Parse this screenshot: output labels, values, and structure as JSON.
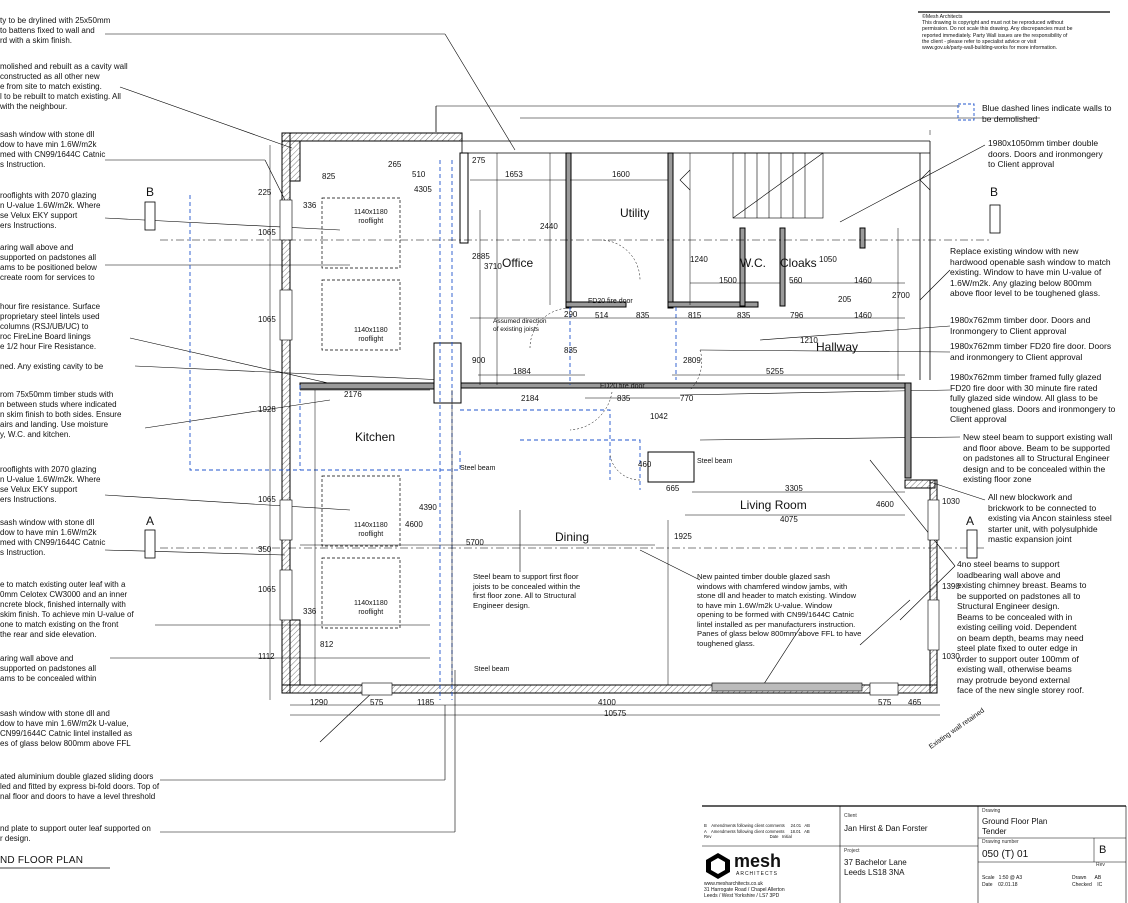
{
  "drawing_title_left": "ND FLOOR PLAN",
  "copyright": "©Mesh Architects\nThis drawing is copyright and must not be reproduced without\npermission. Do not scale this drawing. Any discrepancies must be\nreported immediately. Party Wall issues are the responsibility of\nthe client - please refer to specialist advice or visit\nwww.gov.uk/party-wall-building-works for more information.",
  "legend_text": "Blue dashed lines indicate walls to\nbe demolished",
  "left_notes": [
    "ty to be drylined with 25x50mm\nto battens fixed to wall and\nrd with a skim finish.",
    "molished and rebuilt as a cavity wall\nconstructed as all other new\ne from site to match existing.\nl to be rebuilt to match existing. All\nwith the neighbour.",
    "sash window with stone dll\ndow to have min 1.6W/m2k\nmed with CN99/1644C Catnic\ns Instruction.",
    "rooflights with 2070 glazing\nn U-value 1.6W/m2k. Where\nse Velux EKY support\ners Instructions.",
    "aring wall above and\nsupported on padstones all\nams to be positioned below\ncreate room for services to",
    "hour fire resistance. Surface\nproprietary steel lintels used\ncolumns (RSJ/UB/UC) to\nroc FireLine Board linings\ne 1/2 hour Fire Resistance.",
    "ned. Any existing cavity to be",
    "rom 75x50mm timber studs with\nn between studs where indicated\nn skim finish to both sides. Ensure\nairs and landing. Use moisture\ny, W.C. and kitchen.",
    "rooflights with 2070 glazing\nn U-value 1.6W/m2k. Where\nse Velux EKY support\ners Instructions.",
    "sash window with stone dll\ndow to have min 1.6W/m2k\nmed with CN99/1644C Catnic\ns Instruction.",
    "e to match existing outer leaf with a\n0mm Celotex CW3000 and an inner\nncrete block, finished internally with\nskim finish. To achieve min U-value of\none to match existing on the front\nthe rear and side elevation.",
    "aring wall above and\nsupported on padstones all\nams to be concealed within",
    "sash window with stone dll and\ndow to have min 1.6W/m2k U-value,\nCN99/1644C Catnic lintel installed as\nes of glass below 800mm above FFL",
    "ated aluminium double glazed sliding doors\nled and fitted by express bi-fold doors. Top of\nnal floor and doors to have a level threshold",
    "nd plate to support outer leaf supported on\nr design."
  ],
  "right_notes": [
    "1980x1050mm timber double\ndoors. Doors and ironmongery\nto Client approval",
    "Replace existing window with new\nhardwood openable sash window to match\nexisting. Window to have min U-value of\n1.6W/m2k. Any glazing below 800mm\nabove floor level to be toughened glass.",
    "1980x762mm timber door. Doors and\nIronmongery to Client approval",
    "1980x762mm timber FD20 fire door. Doors\nand ironmongery to Client approval",
    "1980x762mm timber framed fully glazed\nFD20 fire door with 30 minute fire rated\nfully glazed side window. All glass to be\ntoughened glass. Doors and ironmongery to\nClient approval",
    "New steel beam to support existing wall\nand floor above. Beam to be supported\non padstones all to Structural Engineer\ndesign and to be concealed within the\nexisting floor zone",
    "All new blockwork and\nbrickwork to be connected to\nexisting via Ancon stainless steel\nstarter unit, with polysulphide\nmastic expansion joint",
    "4no steel beams to support\nloadbearing wall above and\nexisting chimney breast. Beams to\nbe supported on padstones all to\nStructural Engineer design.\nBeams to be concealed with in\nexisting ceiling void. Dependent\non beam depth, beams may need\nsteel plate fixed to outer edge in\norder to support outer 100mm of\nexisting wall, otherwise beams\nmay protrude beyond external\nface of the new single storey roof."
  ],
  "center_notes": [
    "Steel beam to support first floor\njoists to be concealed within the\nfirst floor zone. All to Structural\nEngineer design.",
    "New painted timber double glazed sash\nwindows with chamfered window jambs, with\nstone dll and header to match existing. Window\nto have min 1.6W/m2k U-value. Window\nopening to be formed with CN99/1644C Catnic\nlintel installed as per manufacturers instruction.\nPanes of glass below 800mm above FFL to have\ntoughened glass.",
    "Assumed direction\nof existing joists"
  ],
  "rooms": {
    "office": "Office",
    "utility": "Utility",
    "wc": "W.C.",
    "cloaks": "Cloaks",
    "hallway": "Hallway",
    "kitchen": "Kitchen",
    "dining": "Dining",
    "living": "Living Room"
  },
  "section_marks": {
    "b": "B",
    "a": "A"
  },
  "rooflights": [
    "1140x1180\nrooflight",
    "1140x1180\nrooflight",
    "1140x1180\nrooflight",
    "1140x1180\nrooflight"
  ],
  "labels": {
    "fd20": "FD20 fire door",
    "steel_beam": "Steel beam",
    "existing_wall": "Existing wall retained"
  },
  "dims": {
    "d265": "265",
    "d510": "510",
    "d1653": "1653",
    "d1600": "1600",
    "d4305": "4305",
    "d275": "275",
    "d825": "825",
    "d336": "336",
    "d225": "225",
    "d1065": "1065",
    "d2440": "2440",
    "d2885": "2885",
    "d3710": "3710",
    "d1240": "1240",
    "d1050": "1050",
    "d1500": "1500",
    "d560": "560",
    "d1460": "1460",
    "d205": "205",
    "d2700": "2700",
    "d514": "514",
    "d835": "835",
    "d815": "815",
    "d796": "796",
    "d1210": "1210",
    "d290": "290",
    "d900": "900",
    "d1884": "1884",
    "d2809": "2809",
    "d5255": "5255",
    "d2176": "2176",
    "d2184": "2184",
    "d770": "770",
    "d1928": "1928",
    "d1042": "1042",
    "d460": "460",
    "d665": "665",
    "d3305": "3305",
    "d4075": "4075",
    "d4600": "4600",
    "d1030": "1030",
    "d4390": "4390",
    "d350": "350",
    "d5700": "5700",
    "d1925": "1925",
    "d1390": "1390",
    "d812": "812",
    "d1112": "1112",
    "d1290": "1290",
    "d575": "575",
    "d1185": "1185",
    "d4100": "4100",
    "d465": "465",
    "d10575": "10575"
  },
  "title_block": {
    "rev_rows": "B    Amendments following client comments     24.01   AB\nA    Amendments following client comments     18.01   AB\nRev                                                  Date   Initial",
    "logo": "mesh",
    "logo_sub": "ARCHITECTS",
    "address": "www.mesharchitects.co.uk\n31 Harrogate Road / Chapel Allerton\nLeeds / West Yorkshire / LS7 3PD",
    "client_label": "Client",
    "client": "Jan Hirst & Dan Forster",
    "project_label": "Project",
    "project": "37 Bachelor Lane\nLeeds  LS18 3NA",
    "drawing_label": "Drawing",
    "drawing": "Ground Floor Plan\nTender",
    "number_label": "Drawing number",
    "number": "050 (T) 01",
    "rev_label": "Rev",
    "rev": "B",
    "scale": "Scale   1:50 @ A3\nDate    02.01.18",
    "drawn": "Drawn      AB\nChecked    IC"
  }
}
